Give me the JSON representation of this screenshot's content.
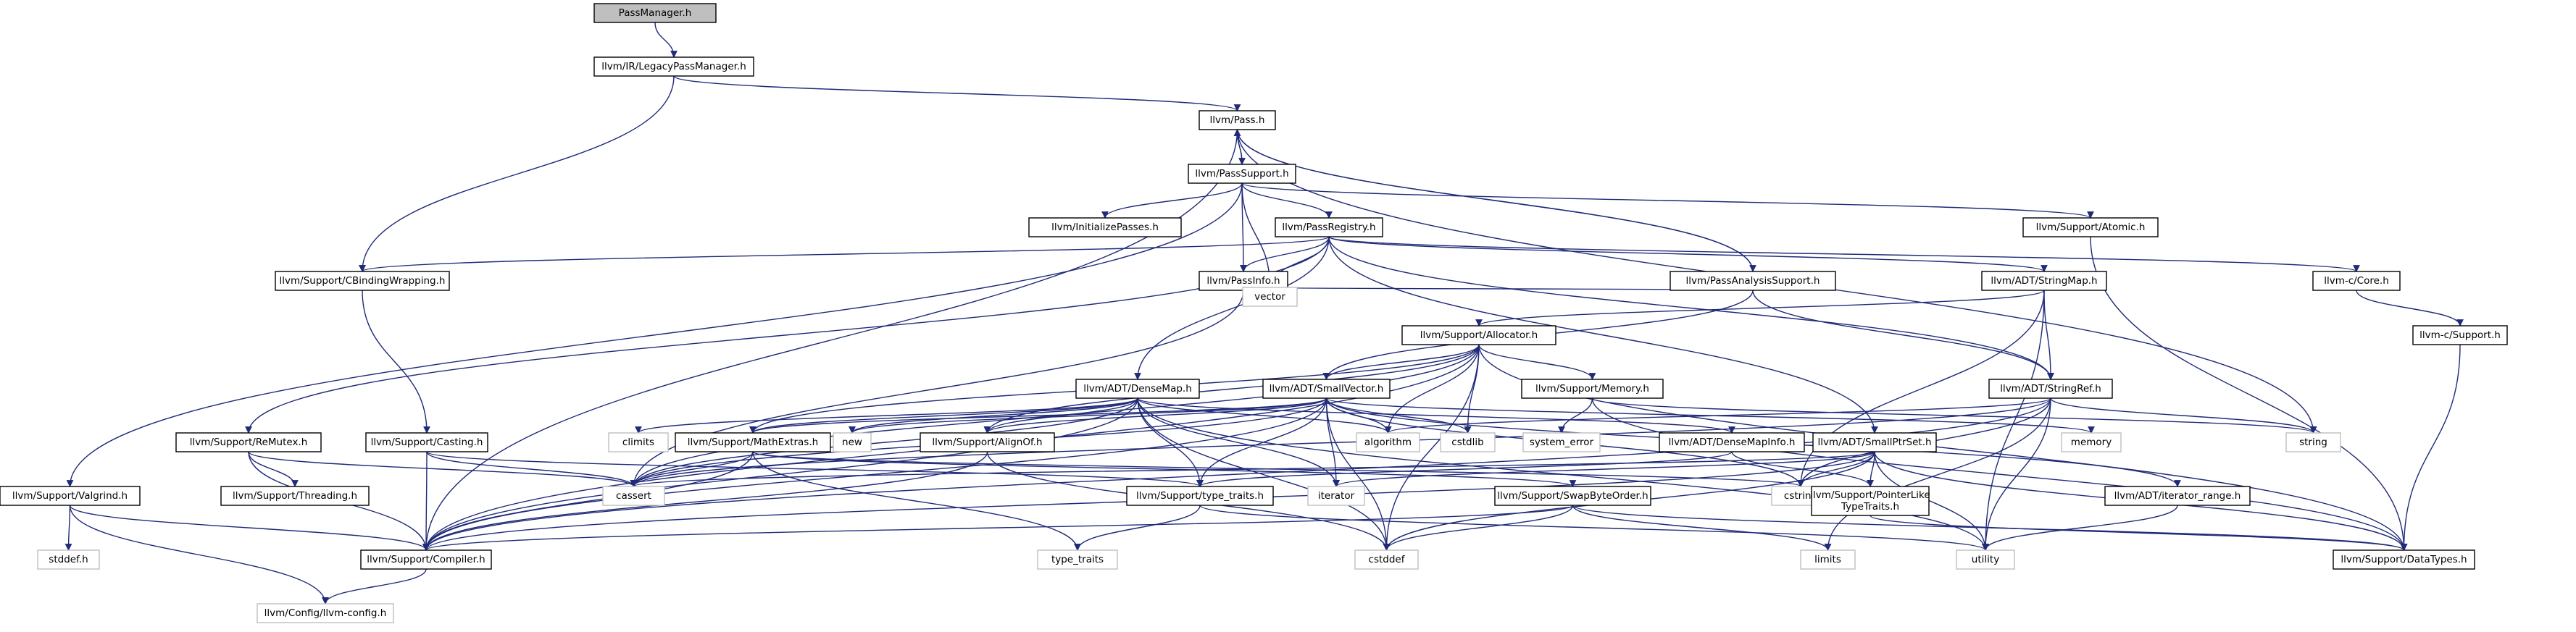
{
  "diagram": {
    "title": "",
    "colors": {
      "edge": "#1f2a78",
      "root_fill": "#bfbfbf",
      "node_fill": "#ffffff",
      "node_border": "#000000",
      "system_border": "#bfbfbf"
    },
    "nodes": [
      {
        "id": "root",
        "label": "PassManager.h",
        "kind": "root"
      },
      {
        "id": "legacy",
        "label": "llvm/IR/LegacyPassManager.h",
        "kind": "internal"
      },
      {
        "id": "pass",
        "label": "llvm/Pass.h",
        "kind": "internal"
      },
      {
        "id": "passsupport",
        "label": "llvm/PassSupport.h",
        "kind": "internal"
      },
      {
        "id": "initpasses",
        "label": "llvm/InitializePasses.h",
        "kind": "internal"
      },
      {
        "id": "passregistry",
        "label": "llvm/PassRegistry.h",
        "kind": "internal"
      },
      {
        "id": "atomic",
        "label": "llvm/Support/Atomic.h",
        "kind": "internal"
      },
      {
        "id": "cbinding",
        "label": "llvm/Support/CBindingWrapping.h",
        "kind": "internal"
      },
      {
        "id": "passinfo",
        "label": "llvm/PassInfo.h",
        "kind": "internal"
      },
      {
        "id": "passanalysis",
        "label": "llvm/PassAnalysisSupport.h",
        "kind": "internal"
      },
      {
        "id": "stringmap",
        "label": "llvm/ADT/StringMap.h",
        "kind": "internal"
      },
      {
        "id": "ccore",
        "label": "llvm-c/Core.h",
        "kind": "internal"
      },
      {
        "id": "vector",
        "label": "vector",
        "kind": "system"
      },
      {
        "id": "allocator",
        "label": "llvm/Support/Allocator.h",
        "kind": "internal"
      },
      {
        "id": "csupport",
        "label": "llvm-c/Support.h",
        "kind": "internal"
      },
      {
        "id": "densemap",
        "label": "llvm/ADT/DenseMap.h",
        "kind": "internal"
      },
      {
        "id": "smallvector",
        "label": "llvm/ADT/SmallVector.h",
        "kind": "internal"
      },
      {
        "id": "memory",
        "label": "llvm/Support/Memory.h",
        "kind": "internal"
      },
      {
        "id": "stringref",
        "label": "llvm/ADT/StringRef.h",
        "kind": "internal"
      },
      {
        "id": "mutex",
        "label": "llvm/Support/ReMutex.h",
        "kind": "internal"
      },
      {
        "id": "casting",
        "label": "llvm/Support/Casting.h",
        "kind": "internal"
      },
      {
        "id": "climits",
        "label": "climits",
        "kind": "system"
      },
      {
        "id": "mathextras",
        "label": "llvm/Support/MathExtras.h",
        "kind": "internal"
      },
      {
        "id": "new",
        "label": "new",
        "kind": "system"
      },
      {
        "id": "alignof",
        "label": "llvm/Support/AlignOf.h",
        "kind": "internal"
      },
      {
        "id": "algorithm",
        "label": "algorithm",
        "kind": "system"
      },
      {
        "id": "cstdlib",
        "label": "cstdlib",
        "kind": "system"
      },
      {
        "id": "systemerror",
        "label": "system_error",
        "kind": "system"
      },
      {
        "id": "densemapinfo",
        "label": "llvm/ADT/DenseMapInfo.h",
        "kind": "internal"
      },
      {
        "id": "smallptrset",
        "label": "llvm/ADT/SmallPtrSet.h",
        "kind": "internal"
      },
      {
        "id": "memoryh",
        "label": "memory",
        "kind": "system"
      },
      {
        "id": "string",
        "label": "string",
        "kind": "system"
      },
      {
        "id": "valgrind",
        "label": "llvm/Support/Valgrind.h",
        "kind": "internal"
      },
      {
        "id": "threading",
        "label": "llvm/Support/Threading.h",
        "kind": "internal"
      },
      {
        "id": "cassert",
        "label": "cassert",
        "kind": "system"
      },
      {
        "id": "typetraits",
        "label": "llvm/Support/type_traits.h",
        "kind": "internal"
      },
      {
        "id": "iterator",
        "label": "iterator",
        "kind": "system"
      },
      {
        "id": "swapbyte",
        "label": "llvm/Support/SwapByteOrder.h",
        "kind": "internal"
      },
      {
        "id": "cstring",
        "label": "cstring",
        "kind": "system"
      },
      {
        "id": "ptrlike",
        "label": "llvm/Support/PointerLike\nTypeTraits.h",
        "kind": "internal"
      },
      {
        "id": "iterrange",
        "label": "llvm/ADT/iterator_range.h",
        "kind": "internal"
      },
      {
        "id": "stddef",
        "label": "stddef.h",
        "kind": "system"
      },
      {
        "id": "compiler",
        "label": "llvm/Support/Compiler.h",
        "kind": "internal"
      },
      {
        "id": "typetraitsstd",
        "label": "type_traits",
        "kind": "system"
      },
      {
        "id": "cstddef",
        "label": "cstddef",
        "kind": "system"
      },
      {
        "id": "limits",
        "label": "limits",
        "kind": "system"
      },
      {
        "id": "utility",
        "label": "utility",
        "kind": "system"
      },
      {
        "id": "datatypes",
        "label": "llvm/Support/DataTypes.h",
        "kind": "internal"
      },
      {
        "id": "llvmconfig",
        "label": "llvm/Config/llvm-config.h",
        "kind": "system"
      }
    ],
    "edges": [
      [
        "root",
        "legacy"
      ],
      [
        "legacy",
        "pass"
      ],
      [
        "legacy",
        "cbinding"
      ],
      [
        "pass",
        "passsupport"
      ],
      [
        "pass",
        "compiler"
      ],
      [
        "pass",
        "string"
      ],
      [
        "passsupport",
        "pass"
      ],
      [
        "passsupport",
        "initpasses"
      ],
      [
        "passsupport",
        "passregistry"
      ],
      [
        "passsupport",
        "atomic"
      ],
      [
        "passsupport",
        "valgrind"
      ],
      [
        "passsupport",
        "passinfo"
      ],
      [
        "passsupport",
        "vector"
      ],
      [
        "passregistry",
        "cbinding"
      ],
      [
        "passregistry",
        "passinfo"
      ],
      [
        "passregistry",
        "stringmap"
      ],
      [
        "passregistry",
        "ccore"
      ],
      [
        "passregistry",
        "densemap"
      ],
      [
        "passregistry",
        "stringref"
      ],
      [
        "passregistry",
        "mutex"
      ],
      [
        "passregistry",
        "smallptrset"
      ],
      [
        "passregistry",
        "vector"
      ],
      [
        "atomic",
        "datatypes"
      ],
      [
        "cbinding",
        "casting"
      ],
      [
        "passinfo",
        "vector"
      ],
      [
        "passinfo",
        "cassert"
      ],
      [
        "passanalysis",
        "pass"
      ],
      [
        "passanalysis",
        "vector"
      ],
      [
        "passanalysis",
        "smallvector"
      ],
      [
        "passanalysis",
        "stringref"
      ],
      [
        "pass",
        "passanalysis"
      ],
      [
        "stringmap",
        "allocator"
      ],
      [
        "stringmap",
        "stringref"
      ],
      [
        "stringmap",
        "cstring"
      ],
      [
        "stringmap",
        "utility"
      ],
      [
        "ccore",
        "csupport"
      ],
      [
        "csupport",
        "datatypes"
      ],
      [
        "allocator",
        "smallvector"
      ],
      [
        "allocator",
        "alignof"
      ],
      [
        "allocator",
        "mathextras"
      ],
      [
        "allocator",
        "memory"
      ],
      [
        "allocator",
        "datatypes"
      ],
      [
        "allocator",
        "algorithm"
      ],
      [
        "allocator",
        "cassert"
      ],
      [
        "allocator",
        "cstddef"
      ],
      [
        "allocator",
        "cstdlib"
      ],
      [
        "allocator",
        "compiler"
      ],
      [
        "densemap",
        "alignof"
      ],
      [
        "densemap",
        "mathextras"
      ],
      [
        "densemap",
        "densemapinfo"
      ],
      [
        "densemap",
        "compiler"
      ],
      [
        "densemap",
        "typetraits"
      ],
      [
        "densemap",
        "climits"
      ],
      [
        "densemap",
        "new"
      ],
      [
        "densemap",
        "algorithm"
      ],
      [
        "densemap",
        "cassert"
      ],
      [
        "densemap",
        "iterator"
      ],
      [
        "densemap",
        "cstddef"
      ],
      [
        "densemap",
        "utility"
      ],
      [
        "smallvector",
        "alignof"
      ],
      [
        "smallvector",
        "mathextras"
      ],
      [
        "smallvector",
        "compiler"
      ],
      [
        "smallvector",
        "typetraits"
      ],
      [
        "smallvector",
        "algorithm"
      ],
      [
        "smallvector",
        "cassert"
      ],
      [
        "smallvector",
        "cstddef"
      ],
      [
        "smallvector",
        "cstdlib"
      ],
      [
        "smallvector",
        "cstring"
      ],
      [
        "smallvector",
        "iterator"
      ],
      [
        "smallvector",
        "memoryh"
      ],
      [
        "smallvector",
        "new"
      ],
      [
        "smallvector",
        "iterrange"
      ],
      [
        "memory",
        "datatypes"
      ],
      [
        "memory",
        "systemerror"
      ],
      [
        "memory",
        "string"
      ],
      [
        "stringref",
        "compiler"
      ],
      [
        "stringref",
        "algorithm"
      ],
      [
        "stringref",
        "cassert"
      ],
      [
        "stringref",
        "cstring"
      ],
      [
        "stringref",
        "limits"
      ],
      [
        "stringref",
        "string"
      ],
      [
        "stringref",
        "utility"
      ],
      [
        "mutex",
        "threading"
      ],
      [
        "mutex",
        "cassert"
      ],
      [
        "mutex",
        "compiler"
      ],
      [
        "casting",
        "compiler"
      ],
      [
        "casting",
        "typetraits"
      ],
      [
        "casting",
        "cassert"
      ],
      [
        "mathextras",
        "compiler"
      ],
      [
        "mathextras",
        "swapbyte"
      ],
      [
        "mathextras",
        "cassert"
      ],
      [
        "mathextras",
        "cstring"
      ],
      [
        "mathextras",
        "typetraitsstd"
      ],
      [
        "alignof",
        "compiler"
      ],
      [
        "alignof",
        "cstddef"
      ],
      [
        "densemapinfo",
        "ptrlike"
      ],
      [
        "densemapinfo",
        "typetraits"
      ],
      [
        "smallptrset",
        "ptrlike"
      ],
      [
        "smallptrset",
        "compiler"
      ],
      [
        "smallptrset",
        "datatypes"
      ],
      [
        "smallptrset",
        "cassert"
      ],
      [
        "smallptrset",
        "cstddef"
      ],
      [
        "smallptrset",
        "cstring"
      ],
      [
        "smallptrset",
        "iterator"
      ],
      [
        "smallptrset",
        "utility"
      ],
      [
        "iterrange",
        "utility"
      ],
      [
        "valgrind",
        "compiler"
      ],
      [
        "valgrind",
        "llvmconfig"
      ],
      [
        "valgrind",
        "stddef"
      ],
      [
        "typetraits",
        "typetraitsstd"
      ],
      [
        "typetraits",
        "utility"
      ],
      [
        "swapbyte",
        "compiler"
      ],
      [
        "swapbyte",
        "datatypes"
      ],
      [
        "swapbyte",
        "cstddef"
      ],
      [
        "swapbyte",
        "limits"
      ],
      [
        "ptrlike",
        "datatypes"
      ],
      [
        "compiler",
        "llvmconfig"
      ]
    ]
  }
}
